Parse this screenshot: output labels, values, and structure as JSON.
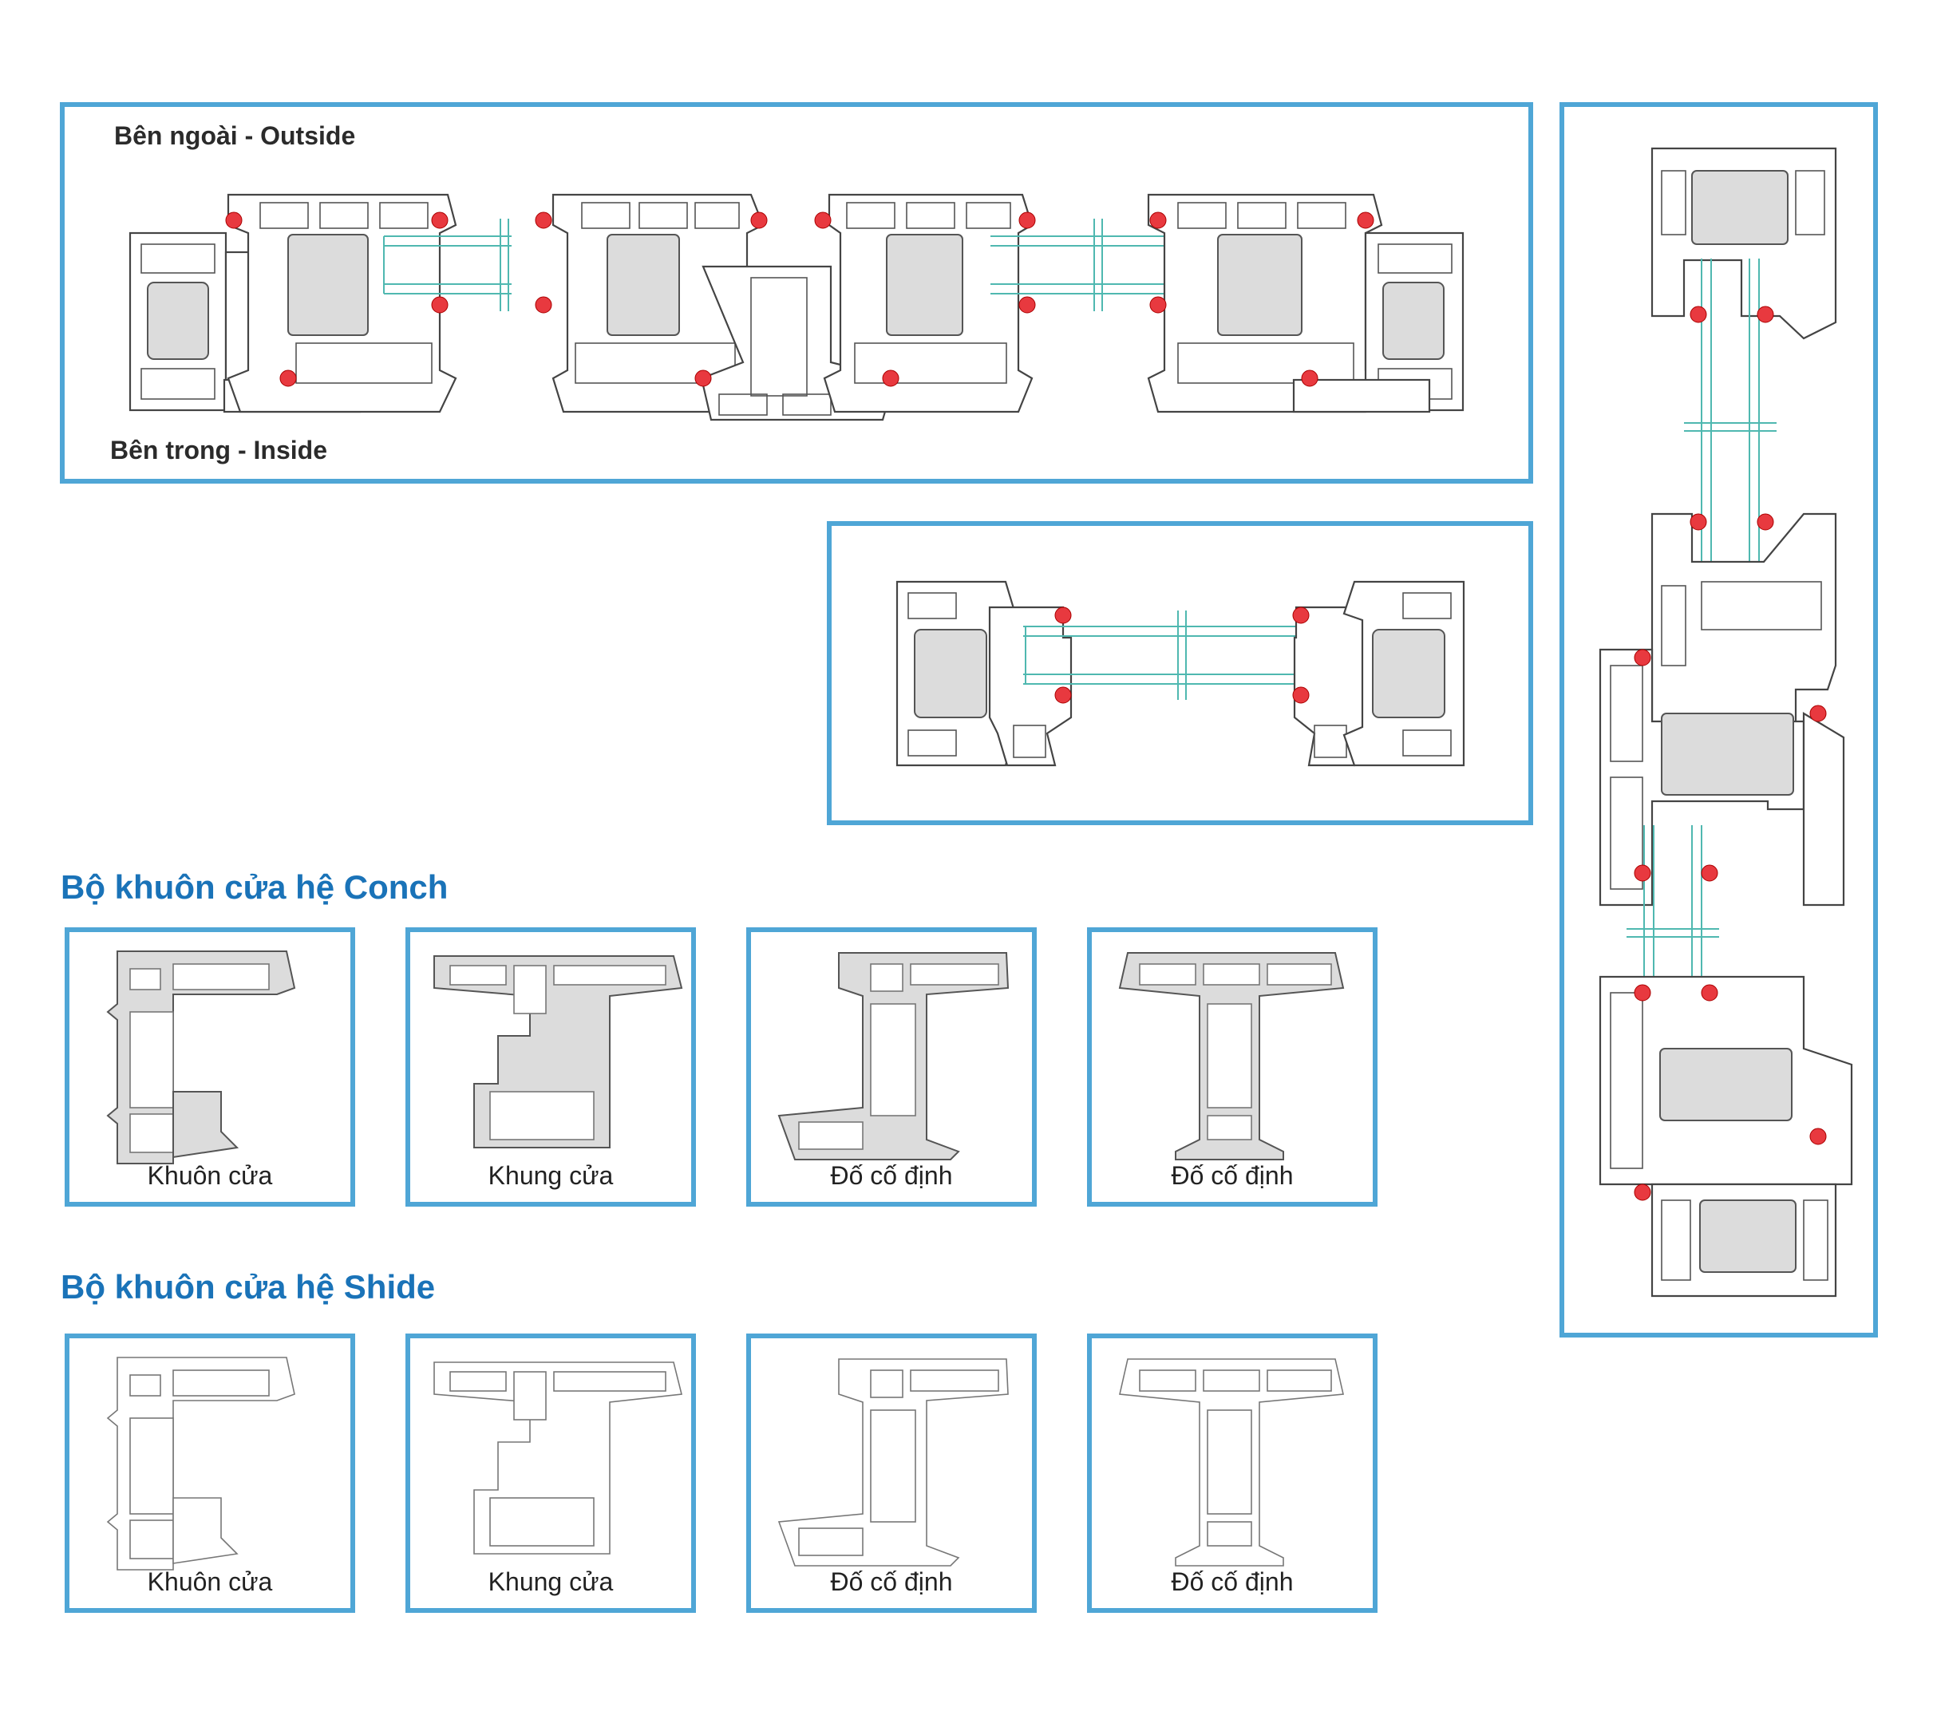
{
  "top_diagram": {
    "outside_label": "Bên ngoài - Outside",
    "inside_label": "Bên trong - Inside"
  },
  "sections": [
    {
      "title": "Bộ khuôn cửa hệ Conch",
      "items": [
        {
          "caption": "Khuôn cửa",
          "icon": "frame-profile"
        },
        {
          "caption": "Khung cửa",
          "icon": "sash-profile"
        },
        {
          "caption": "Đố cố định",
          "icon": "mullion-profile"
        },
        {
          "caption": "Đố cố định",
          "icon": "t-mullion-profile"
        }
      ]
    },
    {
      "title": "Bộ khuôn cửa hệ Shide",
      "items": [
        {
          "caption": "Khuôn cửa",
          "icon": "frame-profile"
        },
        {
          "caption": "Khung cửa",
          "icon": "sash-profile"
        },
        {
          "caption": "Đố cố định",
          "icon": "mullion-profile"
        },
        {
          "caption": "Đố cố định",
          "icon": "t-mullion-profile"
        }
      ]
    }
  ],
  "colors": {
    "box_border": "#4fa6d6",
    "title_blue": "#1a73b8",
    "gasket_red": "#e8393f",
    "glass_teal": "#4fb8b0"
  }
}
